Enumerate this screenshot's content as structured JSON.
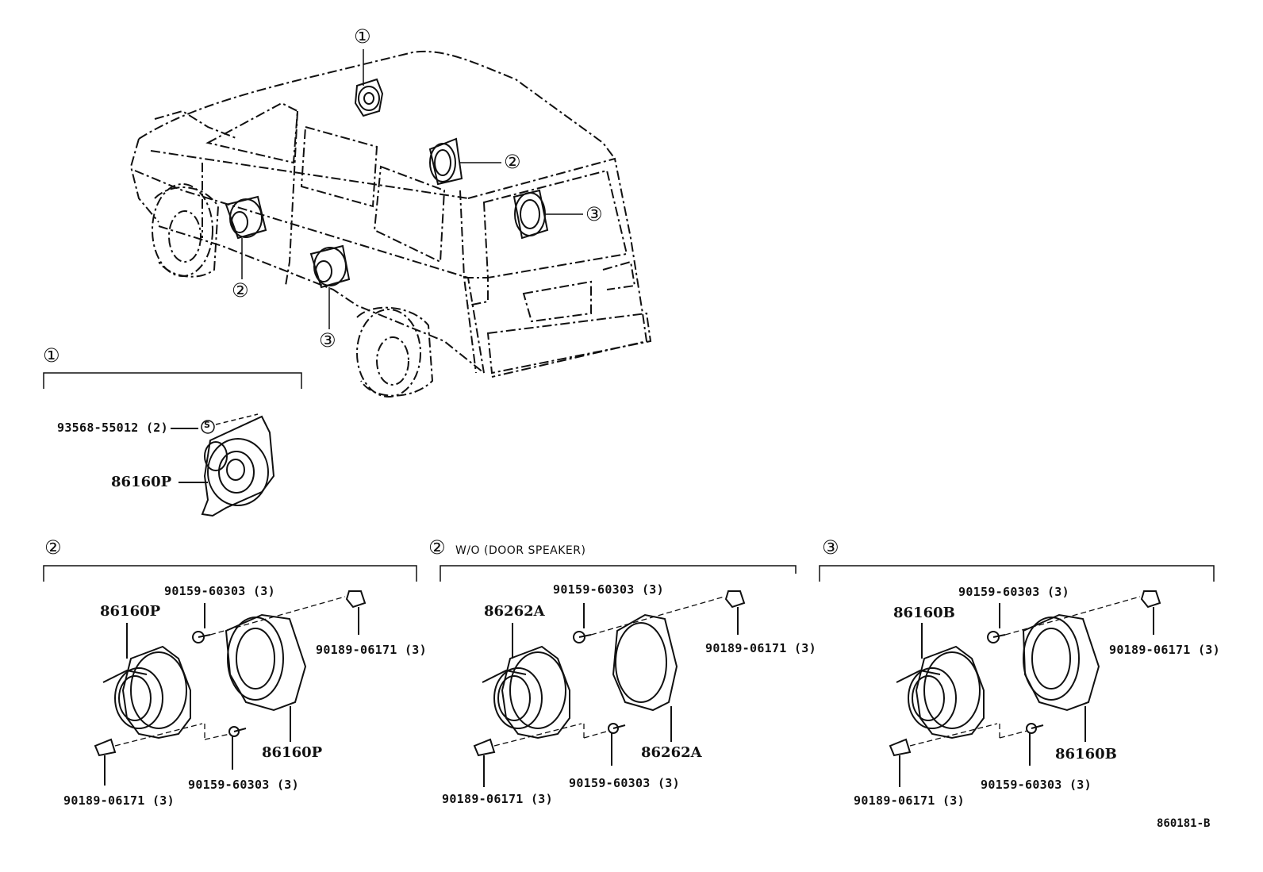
{
  "callouts": {
    "c1": "①",
    "c2": "②",
    "c3": "③"
  },
  "sections": {
    "s1": {
      "marker": "①"
    },
    "s2": {
      "marker": "②"
    },
    "s2b": {
      "marker": "②",
      "note": "W/O (DOOR SPEAKER)"
    },
    "s3": {
      "marker": "③"
    }
  },
  "parts": {
    "s1": {
      "washer": "93568-55012 (2)",
      "speaker": "86160P",
      "washer_symbol": "S"
    },
    "s2": {
      "speaker_a": "86160P",
      "speaker_b": "86160P",
      "screw_top": "90159-60303 (3)",
      "screw_bottom": "90159-60303 (3)",
      "clip_right": "90189-06171 (3)",
      "clip_left": "90189-06171 (3)"
    },
    "s2b": {
      "speaker_a": "86262A",
      "speaker_b": "86262A",
      "screw_top": "90159-60303 (3)",
      "screw_bottom": "90159-60303 (3)",
      "clip_right": "90189-06171 (3)",
      "clip_left": "90189-06171 (3)"
    },
    "s3": {
      "speaker_a": "86160B",
      "speaker_b": "86160B",
      "screw_top": "90159-60303 (3)",
      "screw_bottom": "90159-60303 (3)",
      "clip_right": "90189-06171 (3)",
      "clip_left": "90189-06171 (3)"
    }
  },
  "figure_ref": "860181-B"
}
